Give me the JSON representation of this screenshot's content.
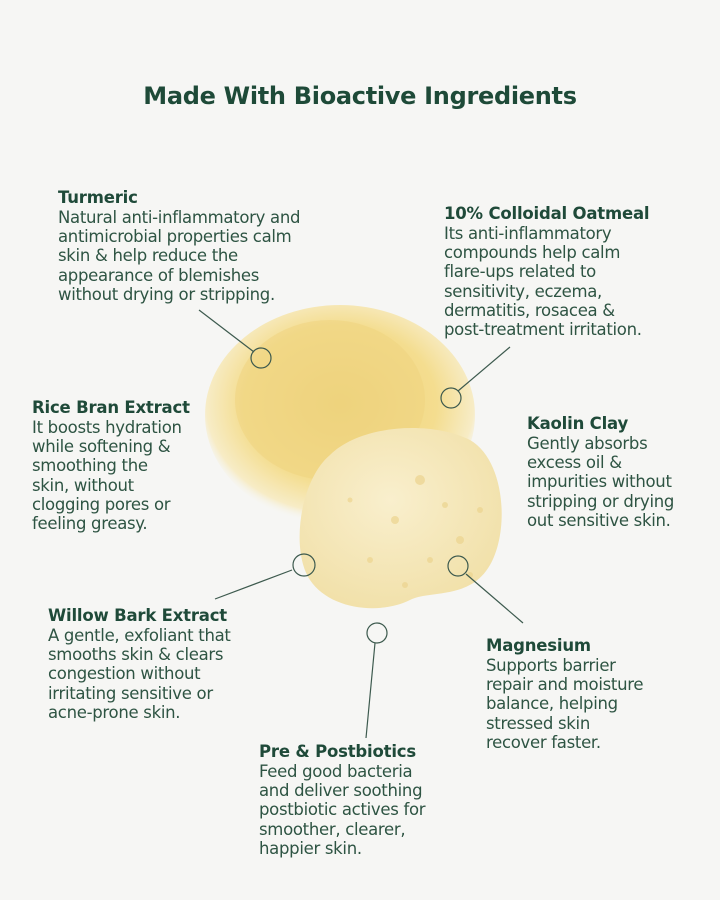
{
  "title": "Made With Bioactive Ingredients",
  "colors": {
    "background": "#f6f6f4",
    "heading": "#1e4a38",
    "text": "#2e5443",
    "callout_line": "#3d5a4e",
    "powder": "#f4dd8f",
    "foam": "#f6e9bd"
  },
  "ingredients": [
    {
      "name": "Turmeric",
      "description": "Natural anti-inflammatory and\nantimicrobial properties calm\nskin & help reduce the\nappearance of blemishes\nwithout drying or stripping."
    },
    {
      "name": "10% Colloidal Oatmeal",
      "description": "Its anti-inflammatory\ncompounds help calm\nflare-ups related to\nsensitivity, eczema,\ndermatitis, rosacea &\npost-treatment irritation."
    },
    {
      "name": "Rice Bran Extract",
      "description": "It boosts hydration\nwhile softening &\nsmoothing the\nskin, without\nclogging pores or\nfeeling greasy."
    },
    {
      "name": "Kaolin Clay",
      "description": "Gently absorbs\nexcess oil &\nimpurities without\nstripping or drying\nout sensitive skin."
    },
    {
      "name": "Willow Bark Extract",
      "description": "A gentle, exfoliant that\nsmooths skin & clears\ncongestion without\nirritating sensitive or\nacne-prone skin."
    },
    {
      "name": "Magnesium",
      "description": "Supports barrier\nrepair and moisture\nbalance, helping\nstressed skin\nrecover faster."
    },
    {
      "name": "Pre & Postbiotics",
      "description": "Feed good bacteria\nand deliver soothing\npostbiotic actives for\nsmoother, clearer,\nhappier skin."
    }
  ]
}
